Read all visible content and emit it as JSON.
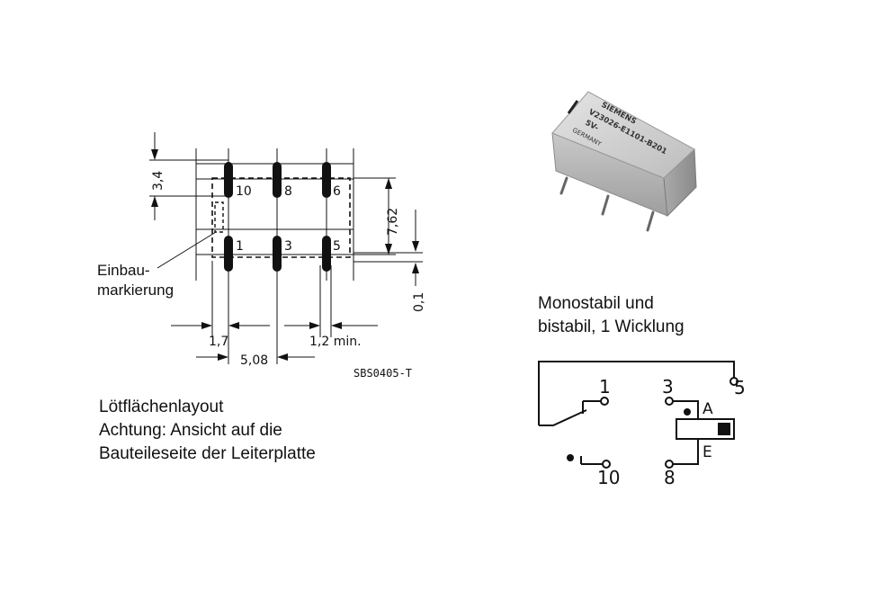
{
  "footprint": {
    "pins_top": [
      "10",
      "8",
      "6"
    ],
    "pins_bottom": [
      "1",
      "3",
      "5"
    ],
    "dim_3_4": "3,4",
    "dim_7_62": "7,62",
    "dim_0_1": "0,1",
    "dim_1_7": "1,7",
    "dim_5_08": "5,08",
    "dim_1_2_min": "1,2 min.",
    "marker_label_line1": "Einbau-",
    "marker_label_line2": "markierung",
    "drawing_number": "SBS0405-T"
  },
  "layout_caption": {
    "line1": "Lötflächenlayout",
    "line2": "Achtung: Ansicht auf die",
    "line3": "Bauteileseite der Leiterplatte"
  },
  "relay_photo": {
    "brand": "SIEMENS",
    "part_number": "V23026-E1101-B201",
    "voltage": "5V-",
    "origin": "GERMANY"
  },
  "schematic_caption": {
    "line1": "Monostabil und",
    "line2": "bistabil, 1 Wicklung"
  },
  "schematic": {
    "pin_1": "1",
    "pin_3": "3",
    "pin_5": "5",
    "pin_10": "10",
    "pin_8": "8",
    "coil_a": "A",
    "coil_e": "E"
  }
}
